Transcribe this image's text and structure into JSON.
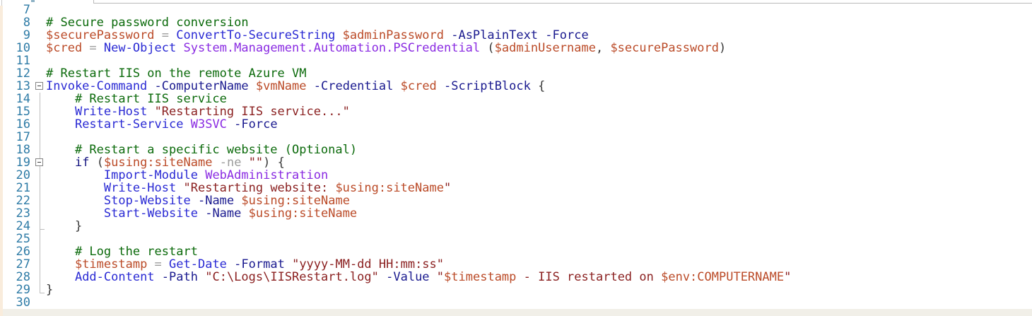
{
  "editor": {
    "kind": "powershell-script-pane",
    "first_line_number": 7,
    "last_line_number": 30,
    "colors": {
      "background": "#ffffff",
      "line_number": "#2e7ba6",
      "comment": "#0b6a0b",
      "cmdlet": "#2a2ad4",
      "parameter": "#1a1a8f",
      "keyword": "#13137f",
      "variable": "#bb4b28",
      "string": "#8b2121",
      "argument": "#8a2be2",
      "operator": "#9c9c9c",
      "brace": "#383838",
      "fold_line": "#bdbdbd"
    },
    "lines": [
      {
        "n": 7,
        "fold": null,
        "tokens": []
      },
      {
        "n": 8,
        "fold": null,
        "tokens": [
          {
            "t": "# Secure password conversion",
            "c": "comment"
          }
        ]
      },
      {
        "n": 9,
        "fold": null,
        "tokens": [
          {
            "t": "$securePassword",
            "c": "variable"
          },
          {
            "t": " = ",
            "c": "operator"
          },
          {
            "t": "ConvertTo-SecureString",
            "c": "cmdlet"
          },
          {
            "t": " ",
            "c": "plain"
          },
          {
            "t": "$adminPassword",
            "c": "variable"
          },
          {
            "t": " ",
            "c": "plain"
          },
          {
            "t": "-AsPlainText",
            "c": "parameter"
          },
          {
            "t": " ",
            "c": "plain"
          },
          {
            "t": "-Force",
            "c": "parameter"
          }
        ]
      },
      {
        "n": 10,
        "fold": null,
        "tokens": [
          {
            "t": "$cred",
            "c": "variable"
          },
          {
            "t": " = ",
            "c": "operator"
          },
          {
            "t": "New-Object",
            "c": "cmdlet"
          },
          {
            "t": " ",
            "c": "plain"
          },
          {
            "t": "System.Management.Automation.PSCredential",
            "c": "argument"
          },
          {
            "t": " ",
            "c": "plain"
          },
          {
            "t": "(",
            "c": "brace"
          },
          {
            "t": "$adminUsername",
            "c": "variable"
          },
          {
            "t": ", ",
            "c": "brace"
          },
          {
            "t": "$securePassword",
            "c": "variable"
          },
          {
            "t": ")",
            "c": "brace"
          }
        ]
      },
      {
        "n": 11,
        "fold": null,
        "tokens": []
      },
      {
        "n": 12,
        "fold": null,
        "tokens": [
          {
            "t": "# Restart IIS on the remote Azure VM",
            "c": "comment"
          }
        ]
      },
      {
        "n": 13,
        "fold": "box",
        "tokens": [
          {
            "t": "Invoke-Command",
            "c": "cmdlet"
          },
          {
            "t": " ",
            "c": "plain"
          },
          {
            "t": "-ComputerName",
            "c": "parameter"
          },
          {
            "t": " ",
            "c": "plain"
          },
          {
            "t": "$vmName",
            "c": "variable"
          },
          {
            "t": " ",
            "c": "plain"
          },
          {
            "t": "-Credential",
            "c": "parameter"
          },
          {
            "t": " ",
            "c": "plain"
          },
          {
            "t": "$cred",
            "c": "variable"
          },
          {
            "t": " ",
            "c": "plain"
          },
          {
            "t": "-ScriptBlock",
            "c": "parameter"
          },
          {
            "t": " ",
            "c": "plain"
          },
          {
            "t": "{",
            "c": "brace"
          }
        ]
      },
      {
        "n": 14,
        "fold": "line",
        "tokens": [
          {
            "t": "    # Restart IIS service",
            "c": "comment"
          }
        ]
      },
      {
        "n": 15,
        "fold": "line",
        "tokens": [
          {
            "t": "    ",
            "c": "plain"
          },
          {
            "t": "Write-Host",
            "c": "cmdlet"
          },
          {
            "t": " ",
            "c": "plain"
          },
          {
            "t": "\"Restarting IIS service...\"",
            "c": "string"
          }
        ]
      },
      {
        "n": 16,
        "fold": "line",
        "tokens": [
          {
            "t": "    ",
            "c": "plain"
          },
          {
            "t": "Restart-Service",
            "c": "cmdlet"
          },
          {
            "t": " ",
            "c": "plain"
          },
          {
            "t": "W3SVC",
            "c": "argument"
          },
          {
            "t": " ",
            "c": "plain"
          },
          {
            "t": "-Force",
            "c": "parameter"
          }
        ]
      },
      {
        "n": 17,
        "fold": "line",
        "tokens": []
      },
      {
        "n": 18,
        "fold": "line",
        "tokens": [
          {
            "t": "    # Restart a specific website (Optional)",
            "c": "comment"
          }
        ]
      },
      {
        "n": 19,
        "fold": "boxline",
        "tokens": [
          {
            "t": "    ",
            "c": "plain"
          },
          {
            "t": "if",
            "c": "keyword"
          },
          {
            "t": " ",
            "c": "plain"
          },
          {
            "t": "(",
            "c": "brace"
          },
          {
            "t": "$using:siteName",
            "c": "variable"
          },
          {
            "t": " ",
            "c": "plain"
          },
          {
            "t": "-ne",
            "c": "operator"
          },
          {
            "t": " ",
            "c": "plain"
          },
          {
            "t": "\"\"",
            "c": "string"
          },
          {
            "t": ") {",
            "c": "brace"
          }
        ]
      },
      {
        "n": 20,
        "fold": "line",
        "tokens": [
          {
            "t": "        ",
            "c": "plain"
          },
          {
            "t": "Import-Module",
            "c": "cmdlet"
          },
          {
            "t": " ",
            "c": "plain"
          },
          {
            "t": "WebAdministration",
            "c": "argument"
          }
        ]
      },
      {
        "n": 21,
        "fold": "line",
        "tokens": [
          {
            "t": "        ",
            "c": "plain"
          },
          {
            "t": "Write-Host",
            "c": "cmdlet"
          },
          {
            "t": " ",
            "c": "plain"
          },
          {
            "t": "\"Restarting website: ",
            "c": "string"
          },
          {
            "t": "$using:siteName",
            "c": "variable"
          },
          {
            "t": "\"",
            "c": "string"
          }
        ]
      },
      {
        "n": 22,
        "fold": "line",
        "tokens": [
          {
            "t": "        ",
            "c": "plain"
          },
          {
            "t": "Stop-Website",
            "c": "cmdlet"
          },
          {
            "t": " ",
            "c": "plain"
          },
          {
            "t": "-Name",
            "c": "parameter"
          },
          {
            "t": " ",
            "c": "plain"
          },
          {
            "t": "$using:siteName",
            "c": "variable"
          }
        ]
      },
      {
        "n": 23,
        "fold": "line",
        "tokens": [
          {
            "t": "        ",
            "c": "plain"
          },
          {
            "t": "Start-Website",
            "c": "cmdlet"
          },
          {
            "t": " ",
            "c": "plain"
          },
          {
            "t": "-Name",
            "c": "parameter"
          },
          {
            "t": " ",
            "c": "plain"
          },
          {
            "t": "$using:siteName",
            "c": "variable"
          }
        ]
      },
      {
        "n": 24,
        "fold": "tick",
        "tokens": [
          {
            "t": "    }",
            "c": "brace"
          }
        ]
      },
      {
        "n": 25,
        "fold": "line",
        "tokens": []
      },
      {
        "n": 26,
        "fold": "line",
        "tokens": [
          {
            "t": "    # Log the restart",
            "c": "comment"
          }
        ]
      },
      {
        "n": 27,
        "fold": "line",
        "tokens": [
          {
            "t": "    ",
            "c": "plain"
          },
          {
            "t": "$timestamp",
            "c": "variable"
          },
          {
            "t": " = ",
            "c": "operator"
          },
          {
            "t": "Get-Date",
            "c": "cmdlet"
          },
          {
            "t": " ",
            "c": "plain"
          },
          {
            "t": "-Format",
            "c": "parameter"
          },
          {
            "t": " ",
            "c": "plain"
          },
          {
            "t": "\"yyyy-MM-dd HH:mm:ss\"",
            "c": "string"
          }
        ]
      },
      {
        "n": 28,
        "fold": "line",
        "tokens": [
          {
            "t": "    ",
            "c": "plain"
          },
          {
            "t": "Add-Content",
            "c": "cmdlet"
          },
          {
            "t": " ",
            "c": "plain"
          },
          {
            "t": "-Path",
            "c": "parameter"
          },
          {
            "t": " ",
            "c": "plain"
          },
          {
            "t": "\"C:\\Logs\\IISRestart.log\"",
            "c": "string"
          },
          {
            "t": " ",
            "c": "plain"
          },
          {
            "t": "-Value",
            "c": "parameter"
          },
          {
            "t": " ",
            "c": "plain"
          },
          {
            "t": "\"",
            "c": "string"
          },
          {
            "t": "$timestamp",
            "c": "variable"
          },
          {
            "t": " - IIS restarted on ",
            "c": "string"
          },
          {
            "t": "$env:COMPUTERNAME",
            "c": "variable"
          },
          {
            "t": "\"",
            "c": "string"
          }
        ]
      },
      {
        "n": 29,
        "fold": "end",
        "tokens": [
          {
            "t": "}",
            "c": "brace"
          }
        ]
      },
      {
        "n": 30,
        "fold": null,
        "tokens": []
      }
    ]
  }
}
